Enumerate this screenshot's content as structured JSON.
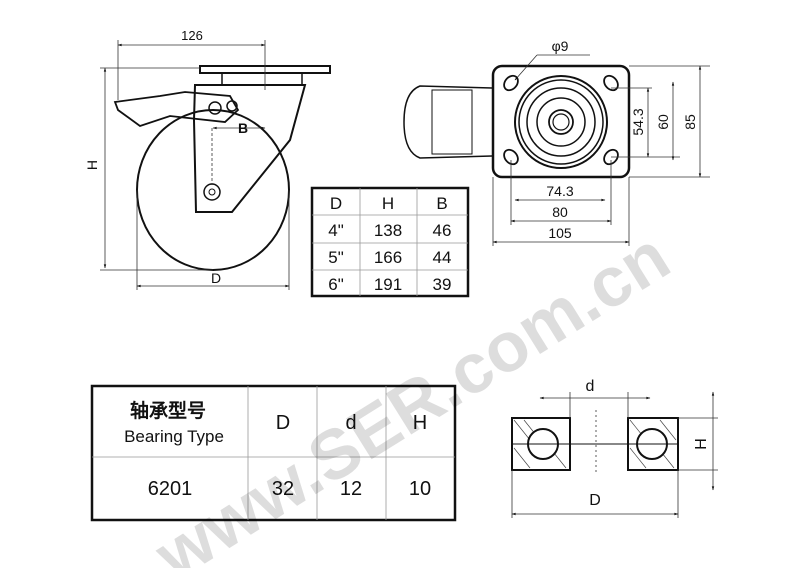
{
  "caster_side_view": {
    "width_dim": "126",
    "height_label": "H",
    "offset_label": "B",
    "diameter_label": "D"
  },
  "size_table": {
    "headers": [
      "D",
      "H",
      "B"
    ],
    "rows": [
      [
        "4\"",
        "138",
        "46"
      ],
      [
        "5\"",
        "166",
        "44"
      ],
      [
        "6\"",
        "191",
        "39"
      ]
    ]
  },
  "top_plate_view": {
    "hole_dia": "φ9",
    "dim_54_3": "54.3",
    "dim_60": "60",
    "dim_85": "85",
    "dim_74_3": "74.3",
    "dim_80": "80",
    "dim_105": "105"
  },
  "bearing_table": {
    "header_cn": "轴承型号",
    "header_en": "Bearing Type",
    "col_D": "D",
    "col_d": "d",
    "col_H": "H",
    "row": {
      "type": "6201",
      "D": "32",
      "d": "12",
      "H": "10"
    }
  },
  "bearing_section": {
    "inner_label": "d",
    "height_label": "H",
    "outer_label": "D"
  },
  "watermark": "www.SER.com.cn"
}
